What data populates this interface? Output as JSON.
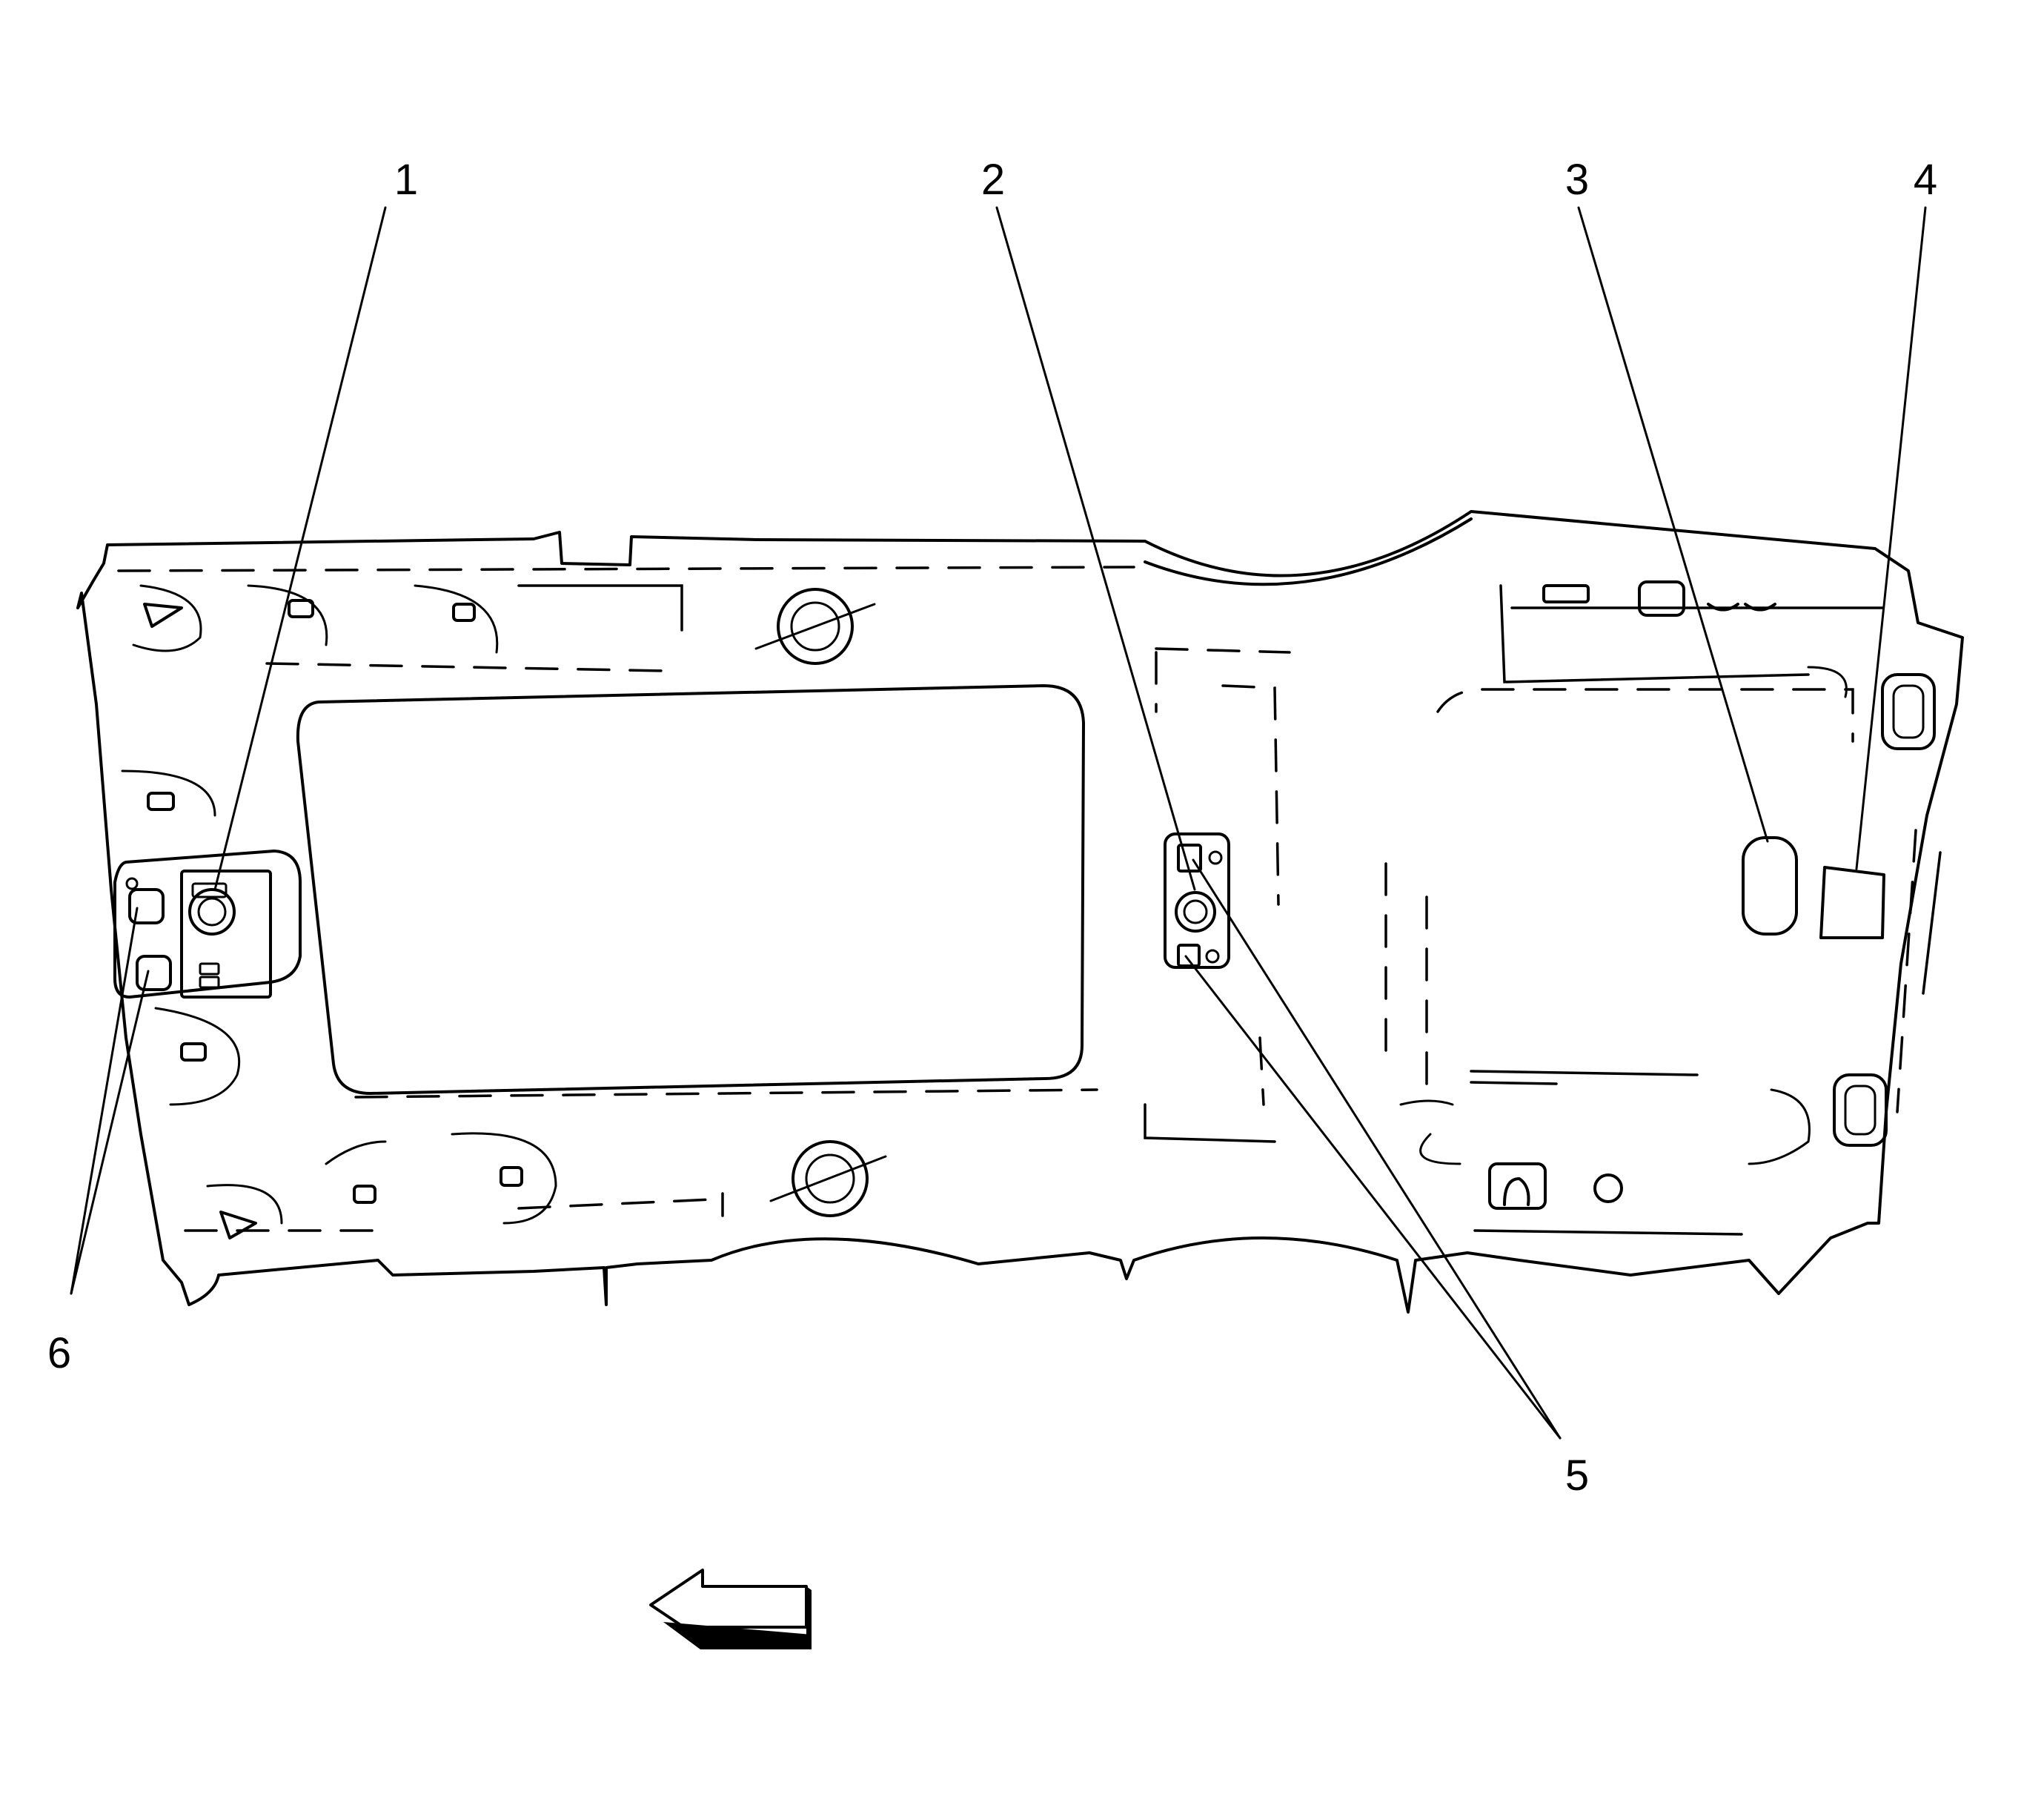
{
  "colors": {
    "line": "#000000",
    "background": "#ffffff"
  },
  "callouts": [
    {
      "id": "1",
      "label": "1"
    },
    {
      "id": "2",
      "label": "2"
    },
    {
      "id": "3",
      "label": "3"
    },
    {
      "id": "4",
      "label": "4"
    },
    {
      "id": "5",
      "label": "5"
    },
    {
      "id": "6",
      "label": "6"
    }
  ],
  "icons": {
    "direction_arrow": "arrow-left-icon"
  }
}
